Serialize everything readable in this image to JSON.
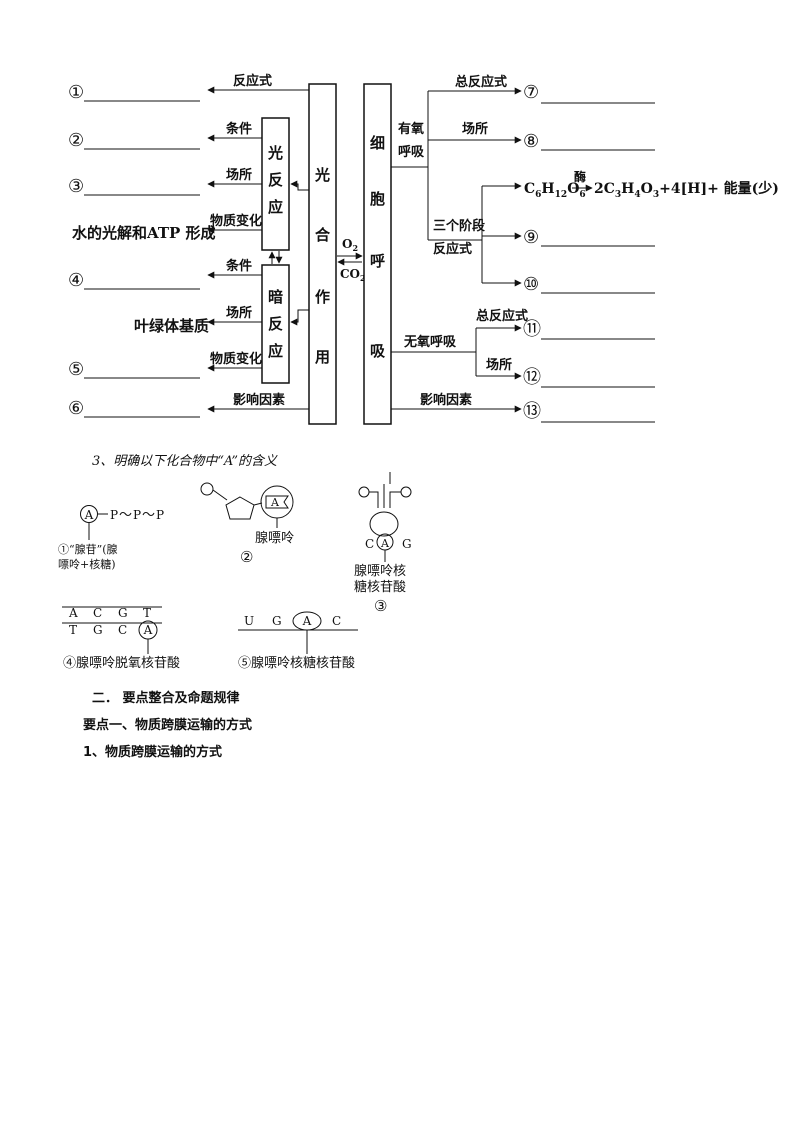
{
  "diagram": {
    "left_labels": [
      "①",
      "②",
      "③",
      "④",
      "⑤",
      "⑥"
    ],
    "left_fixed_text": {
      "water_photolysis": "水的光解和ATP 形成",
      "stroma": "叶绿体基质"
    },
    "arrow_labels": {
      "reaction": "反应式",
      "condition1": "条件",
      "location1": "场所",
      "material_change1": "物质变化",
      "condition2": "条件",
      "location2": "场所",
      "material_change2": "物质变化",
      "factors_left": "影响因素",
      "factors_right": "影响因素"
    },
    "light_reaction": [
      "光",
      "反",
      "应"
    ],
    "dark_reaction": [
      "暗",
      "反",
      "应"
    ],
    "photosynthesis": [
      "光",
      "合",
      "作",
      "用"
    ],
    "respiration": [
      "细",
      "胞",
      "呼",
      "吸"
    ],
    "o2": "O",
    "o2_sub": "2",
    "co2": "CO",
    "co2_sub": "2",
    "aerobic": [
      "有氧",
      "呼吸"
    ],
    "anaerobic": "无氧呼吸",
    "three_stages": [
      "三个阶段",
      "反应式"
    ],
    "total_reaction1": "总反应式",
    "location3": "场所",
    "total_reaction2": "总反应式",
    "location4": "场所",
    "right_labels": [
      "⑦",
      "⑧",
      "⑨",
      "⑩",
      "⑪",
      "⑫",
      "⑬"
    ],
    "equation": {
      "c": "C",
      "sub6a": "6",
      "h": "H",
      "sub12": "12",
      "o": "O",
      "sub6b": "6",
      "enzyme": "酶",
      "product": "2C",
      "sub3a": "3",
      "h2": "H",
      "sub4": "4",
      "o2": "O",
      "sub3b": "3",
      "tail": "+4[H]+ 能量(少)"
    }
  },
  "section3_title": "3、明确以下化合物中“A”的含义",
  "compounds": {
    "c1_formula": [
      "A",
      "P",
      "～",
      "P",
      "～",
      "P"
    ],
    "c1_caption": [
      "①“腺苷”(腺",
      "嘌呤+核糖)"
    ],
    "c2_letter": "A",
    "c2_label": "腺嘌呤",
    "c2_num": "②",
    "c3_letters": [
      "C",
      "A",
      "G"
    ],
    "c3_label": [
      "腺嘌呤核",
      "糖核苷酸"
    ],
    "c3_num": "③",
    "c4_top": [
      "A",
      "C",
      "G",
      "T"
    ],
    "c4_bottom": [
      "T",
      "G",
      "C",
      "A"
    ],
    "c4_caption": "④腺嘌呤脱氧核苷酸",
    "c5_letters": [
      "U",
      "G",
      "A",
      "C"
    ],
    "c5_caption": "⑤腺嘌呤核糖核苷酸"
  },
  "section2": {
    "title": "二． 要点整合及命题规律",
    "point1": "要点一、物质跨膜运输的方式",
    "sub1": "1、物质跨膜运输的方式"
  }
}
